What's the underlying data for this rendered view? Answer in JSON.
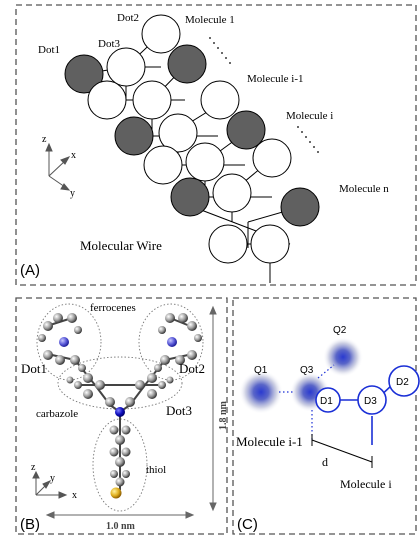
{
  "panelA": {
    "panel_label": "(A)",
    "dot1": "Dot1",
    "dot2": "Dot2",
    "dot3": "Dot3",
    "molecule_1": "Molecule 1",
    "molecule_i_minus_1": "Molecule i-1",
    "molecule_i": "Molecule i",
    "molecule_n": "Molecule n",
    "wire_label": "Molecular Wire",
    "axis_z": "z",
    "axis_x": "x",
    "axis_y": "y"
  },
  "panelB": {
    "panel_label": "(B)",
    "ferrocenes": "ferrocenes",
    "dot1": "Dot1",
    "dot2": "Dot2",
    "dot3": "Dot3",
    "carbazole": "carbazole",
    "thiol": "thiol",
    "height_dim": "1.8 nm",
    "width_dim": "1.0 nm",
    "axis_z": "z",
    "axis_x": "x",
    "axis_y": "y"
  },
  "panelC": {
    "panel_label": "(C)",
    "q1": "Q1",
    "q2": "Q2",
    "q3": "Q3",
    "d1": "D1",
    "d2": "D2",
    "d3": "D3",
    "molecule_i_minus_1": "Molecule i-1",
    "molecule_i": "Molecule i",
    "distance": "d"
  },
  "colors": {
    "dark_dot": "#606060",
    "blue_dot": "#1a2fd6",
    "border": "#555555"
  }
}
